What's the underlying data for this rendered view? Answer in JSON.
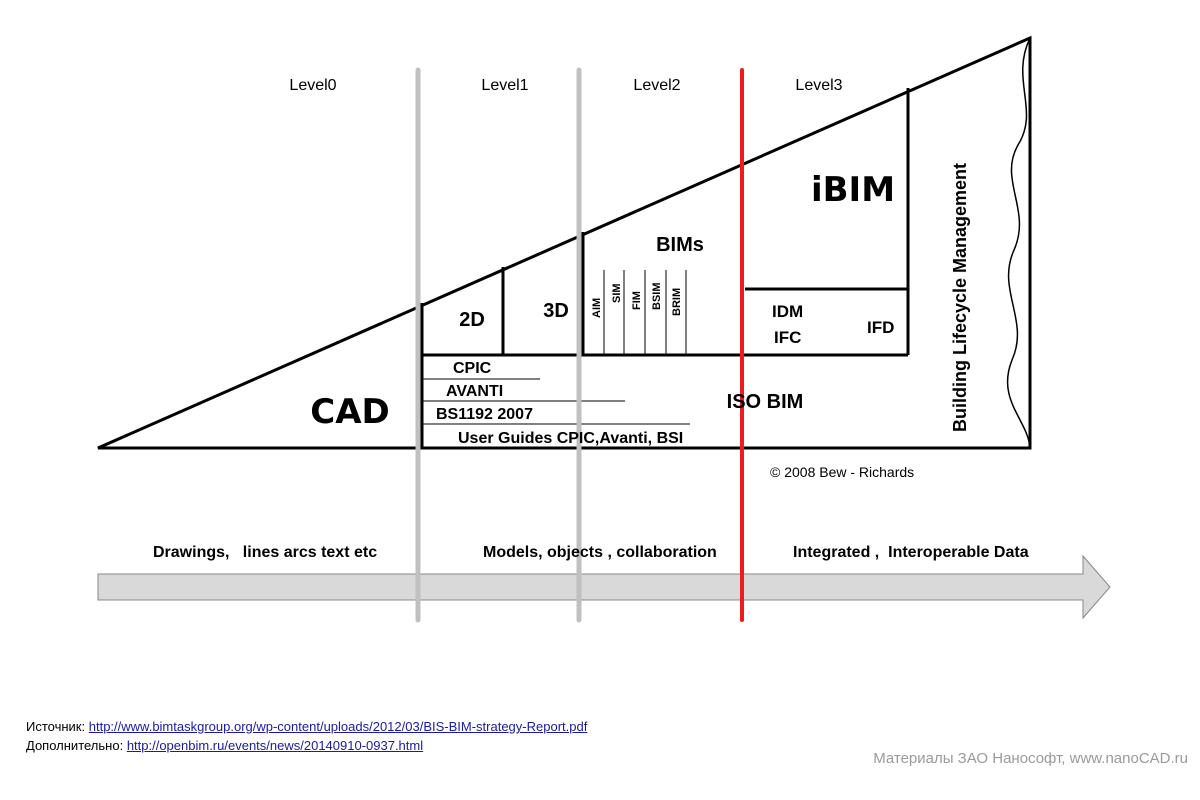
{
  "levels": [
    "Level0",
    "Level1",
    "Level2",
    "Level3"
  ],
  "boxes": {
    "cad": "CAD",
    "two_d": "2D",
    "three_d": "3D",
    "bims": "BIMs",
    "bims_items": [
      "AIM",
      "SIM",
      "FIM",
      "BSIM",
      "BRIM"
    ],
    "ibim": "iBIM",
    "idm": "IDM",
    "ifc": "IFC",
    "ifd": "IFD",
    "iso_bim": "ISO BIM",
    "blm": "Building Lifecycle Management"
  },
  "standards": [
    "CPIC",
    "AVANTI",
    "BS1192 2007",
    "User Guides CPIC,Avanti, BSI"
  ],
  "copyright": "© 2008 Bew - Richards",
  "arrow_labels": [
    "Drawings,   lines arcs text etc",
    "Models, objects , collaboration",
    "Integrated ,  Interoperable Data"
  ],
  "footer": {
    "source_label": "Источник:",
    "source_url": "http://www.bimtaskgroup.org/wp-content/uploads/2012/03/BIS-BIM-strategy-Report.pdf",
    "extra_label": "Дополнительно:",
    "extra_url": "http://openbim.ru/events/news/20140910-0937.html"
  },
  "credit": "Материалы ЗАО Нанософт, www.nanoCAD.ru",
  "colors": {
    "divider_gray": "#c0c0c0",
    "divider_red": "#ee1c1c",
    "arrow_fill": "#d9d9d9"
  }
}
